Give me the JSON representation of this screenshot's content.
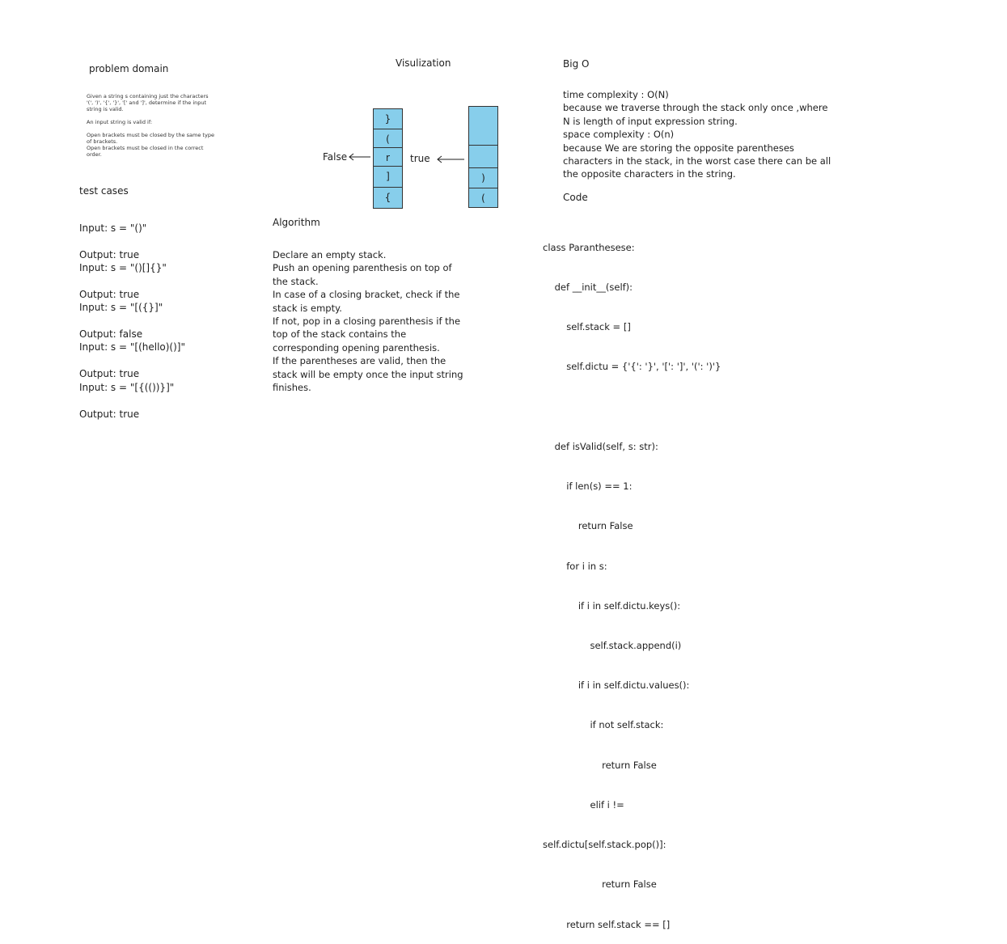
{
  "problem": {
    "title": "problem domain",
    "description": "Given a string s containing just the characters\n'(', ')', '{', '}', '[' and ']', determine if the input\nstring is valid.\n\nAn input string is valid if:\n\nOpen brackets must be closed by the same type\nof brackets.\nOpen brackets must be closed in the correct\norder."
  },
  "tests": {
    "title": "test cases",
    "cases": [
      {
        "input": "Input: s = \"()\"",
        "output": "Output: true"
      },
      {
        "input": "Input: s = \"()[]{}\"",
        "output": "Output: true"
      },
      {
        "input": "Input: s = \"[({}]\"",
        "output": "Output: false"
      },
      {
        "input": "Input: s = \"[(hello)()]\"",
        "output": "Output: true"
      },
      {
        "input": "Input: s = \"[{(())}]\"",
        "output": "Output: true"
      }
    ]
  },
  "visualization": {
    "title": "Visulization",
    "left_stack": [
      "}",
      "(",
      "r",
      "]",
      "{"
    ],
    "right_stack": [
      "",
      "",
      ")",
      "("
    ],
    "false_label": "False",
    "true_label": "true"
  },
  "algorithm": {
    "title": "Algorithm",
    "text": "Declare an empty stack.\nPush an opening parenthesis on top of\nthe stack.\nIn case of a closing bracket, check if the\nstack is empty.\nIf not, pop in a closing parenthesis if the\ntop of the stack contains the\ncorresponding opening parenthesis.\nIf the parentheses are valid, then the\nstack will be empty once the input string\nfinishes."
  },
  "bigo": {
    "title": "Big O",
    "text": "time complexity : O(N)\n because we traverse through the stack only once ,where\nN is length of input expression string.\nspace complexity : O(n)\nbecause We are storing the opposite parentheses\ncharacters in the stack, in the worst case there can be all\nthe opposite characters in the string.",
    "code_title": "Code",
    "code": [
      "class Paranthesese:",
      "    def __init__(self):",
      "        self.stack = []",
      "        self.dictu = {'{': '}', '[': ']', '(': ')'}",
      "",
      "    def isValid(self, s: str):",
      "        if len(s) == 1:",
      "            return False",
      "        for i in s:",
      "            if i in self.dictu.keys():",
      "                self.stack.append(i)",
      "            if i in self.dictu.values():",
      "                if not self.stack:",
      "                    return False",
      "                elif i !=",
      "self.dictu[self.stack.pop()]:",
      "                    return False",
      "        return self.stack == []"
    ]
  }
}
